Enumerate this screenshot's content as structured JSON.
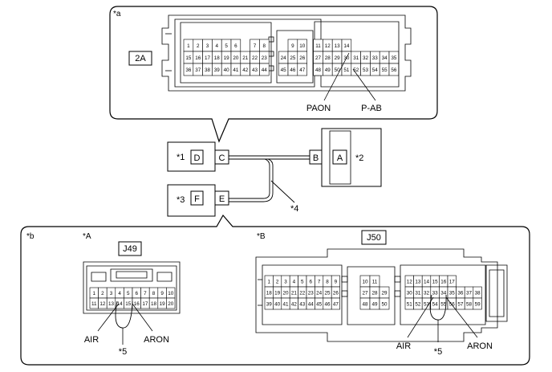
{
  "top_callout": {
    "tag": "*a",
    "connector_name": "2A",
    "rows": [
      [
        "1",
        "2",
        "3",
        "4",
        "5",
        "6",
        "",
        "7",
        "8",
        "",
        "9",
        "10",
        "11",
        "12",
        "13",
        "14"
      ],
      [
        "15",
        "16",
        "17",
        "18",
        "19",
        "20",
        "21",
        "22",
        "23",
        "24",
        "25",
        "26",
        "27",
        "28",
        "29",
        "30",
        "31",
        "32",
        "33",
        "34",
        "35"
      ],
      [
        "36",
        "37",
        "38",
        "39",
        "40",
        "41",
        "42",
        "43",
        "44",
        "45",
        "46",
        "47",
        "48",
        "49",
        "50",
        "51",
        "52",
        "53",
        "54",
        "55",
        "56"
      ]
    ],
    "terminal_labels": {
      "paon": "PAON",
      "pab": "P-AB"
    }
  },
  "middle": {
    "c": "C",
    "b": "B",
    "a": "A",
    "d": "D",
    "e": "E",
    "f": "F",
    "note1": "*1",
    "note2": "*2",
    "note3": "*3",
    "note4": "*4"
  },
  "bottom_callout": {
    "tag": "*b",
    "left": {
      "tag": "*A",
      "connector_name": "J49",
      "row1": [
        "1",
        "2",
        "3",
        "4",
        "5",
        "6",
        "7",
        "8",
        "9",
        "10"
      ],
      "row2": [
        "11",
        "12",
        "13",
        "14",
        "15",
        "16",
        "17",
        "18",
        "19",
        "20"
      ],
      "air": "AIR",
      "aron": "ARON",
      "note5": "*5"
    },
    "right": {
      "tag": "*B",
      "connector_name": "J50",
      "rows_a": [
        [
          "1",
          "2",
          "3",
          "4",
          "5",
          "6",
          "7",
          "8",
          "9"
        ],
        [
          "18",
          "19",
          "20",
          "21",
          "22",
          "23",
          "24",
          "25",
          "26"
        ],
        [
          "39",
          "40",
          "41",
          "42",
          "43",
          "44",
          "45",
          "46",
          "47"
        ]
      ],
      "rows_b": [
        [
          "10",
          "11"
        ],
        [
          "27",
          "28",
          "29"
        ],
        [
          "48",
          "49",
          "50"
        ]
      ],
      "rows_c": [
        [
          "12",
          "13",
          "14",
          "15",
          "16",
          "17"
        ],
        [
          "30",
          "31",
          "32",
          "33",
          "34",
          "35",
          "36",
          "37",
          "38"
        ],
        [
          "51",
          "52",
          "53",
          "54",
          "55",
          "56",
          "57",
          "58",
          "59"
        ]
      ],
      "air": "AIR",
      "aron": "ARON",
      "note5": "*5"
    }
  }
}
